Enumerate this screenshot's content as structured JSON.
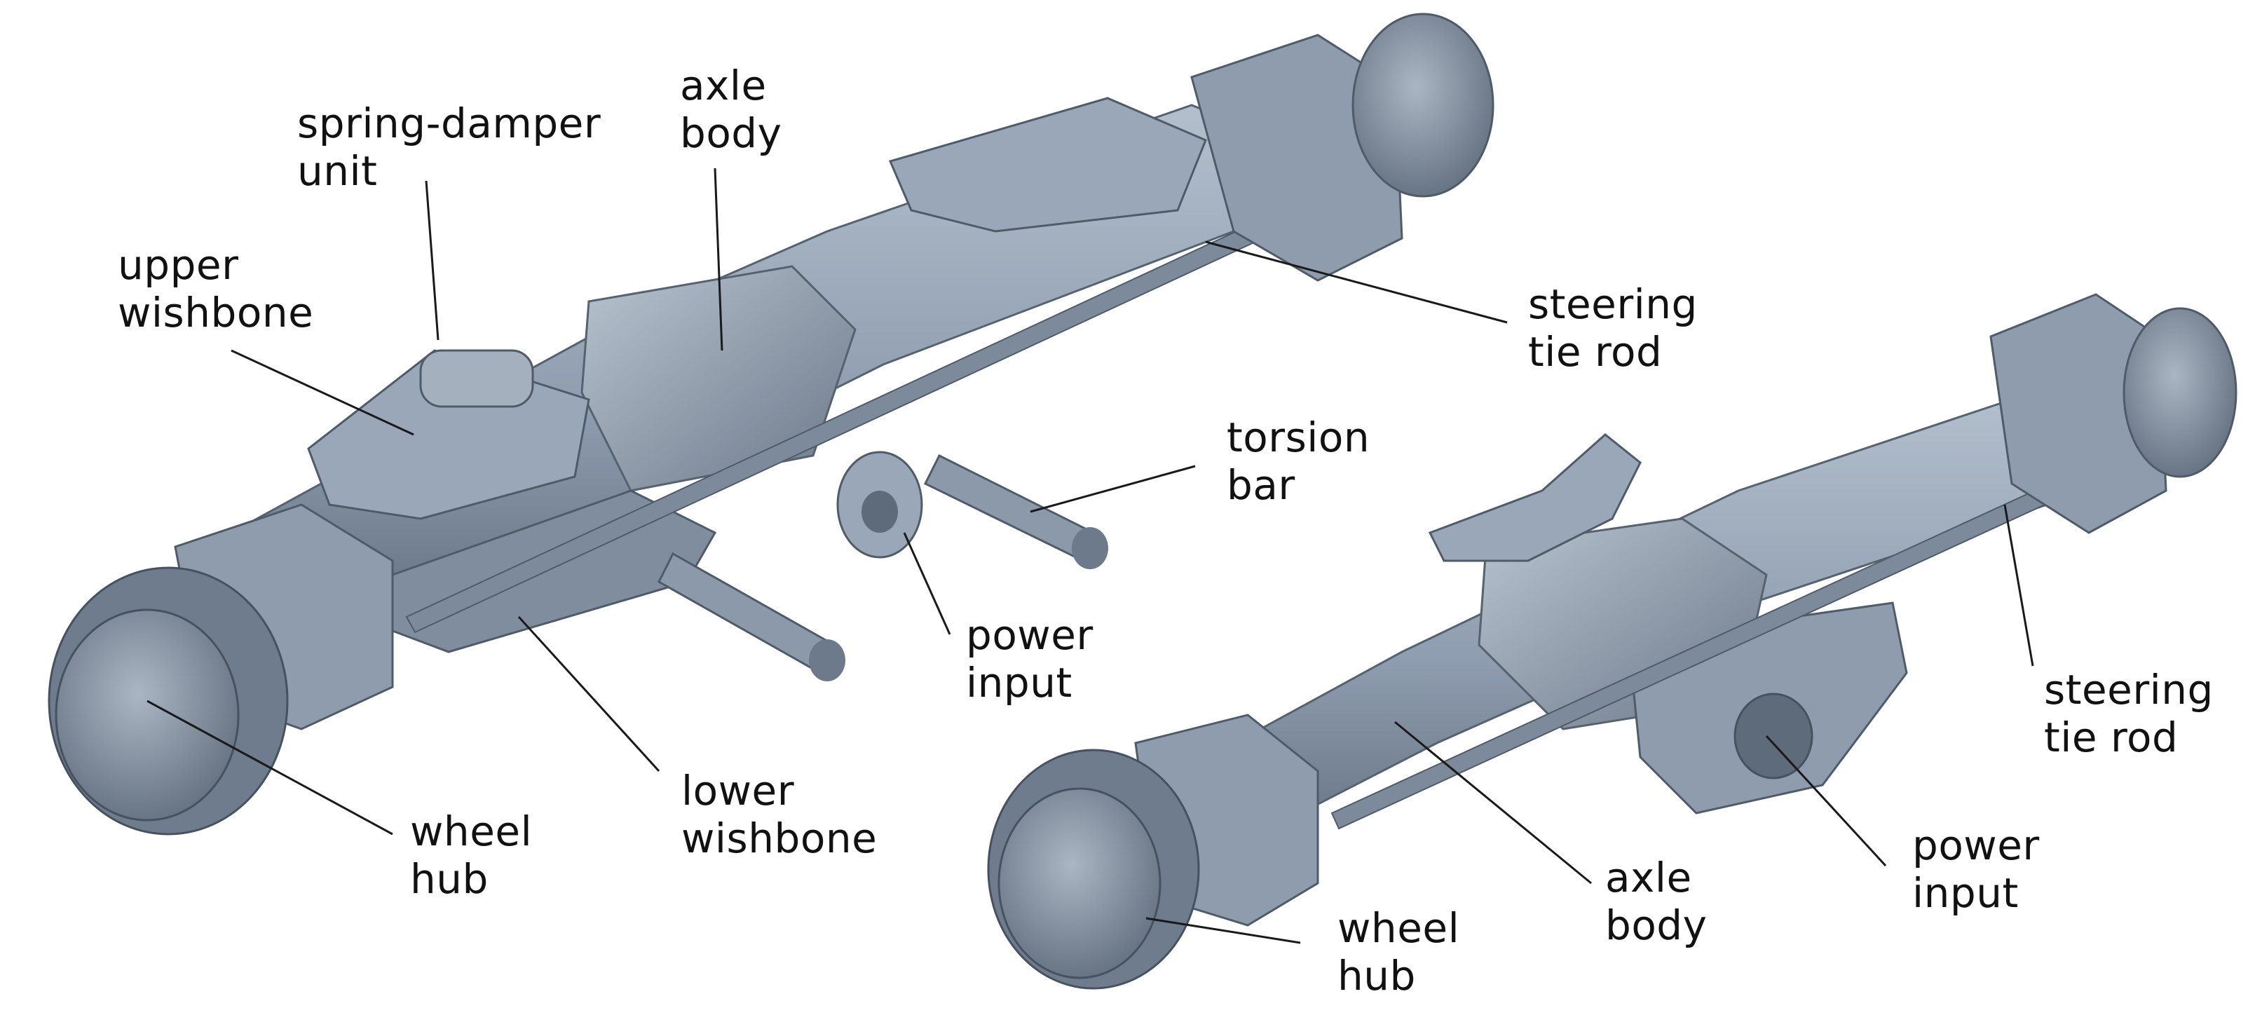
{
  "colors": {
    "metal_light": "#a9b6c4",
    "metal_mid": "#8796a8",
    "metal_dark": "#5e6c7d",
    "metal_shadow": "#46525f",
    "leader_line": "#1a1a1a",
    "text": "#111111"
  },
  "left_axle": {
    "labels": {
      "spring_damper": [
        "spring-damper",
        "unit"
      ],
      "axle_body": [
        "axle",
        "body"
      ],
      "upper_wishbone": [
        "upper",
        "wishbone"
      ],
      "steering_tie_rod": [
        "steering",
        "tie rod"
      ],
      "torsion_bar": [
        "torsion",
        "bar"
      ],
      "power_input": [
        "power",
        "input"
      ],
      "lower_wishbone": [
        "lower",
        "wishbone"
      ],
      "wheel_hub": [
        "wheel",
        "hub"
      ]
    }
  },
  "right_axle": {
    "labels": {
      "steering_tie_rod": [
        "steering",
        "tie rod"
      ],
      "power_input": [
        "power",
        "input"
      ],
      "axle_body": [
        "axle",
        "body"
      ],
      "wheel_hub": [
        "wheel",
        "hub"
      ]
    }
  }
}
